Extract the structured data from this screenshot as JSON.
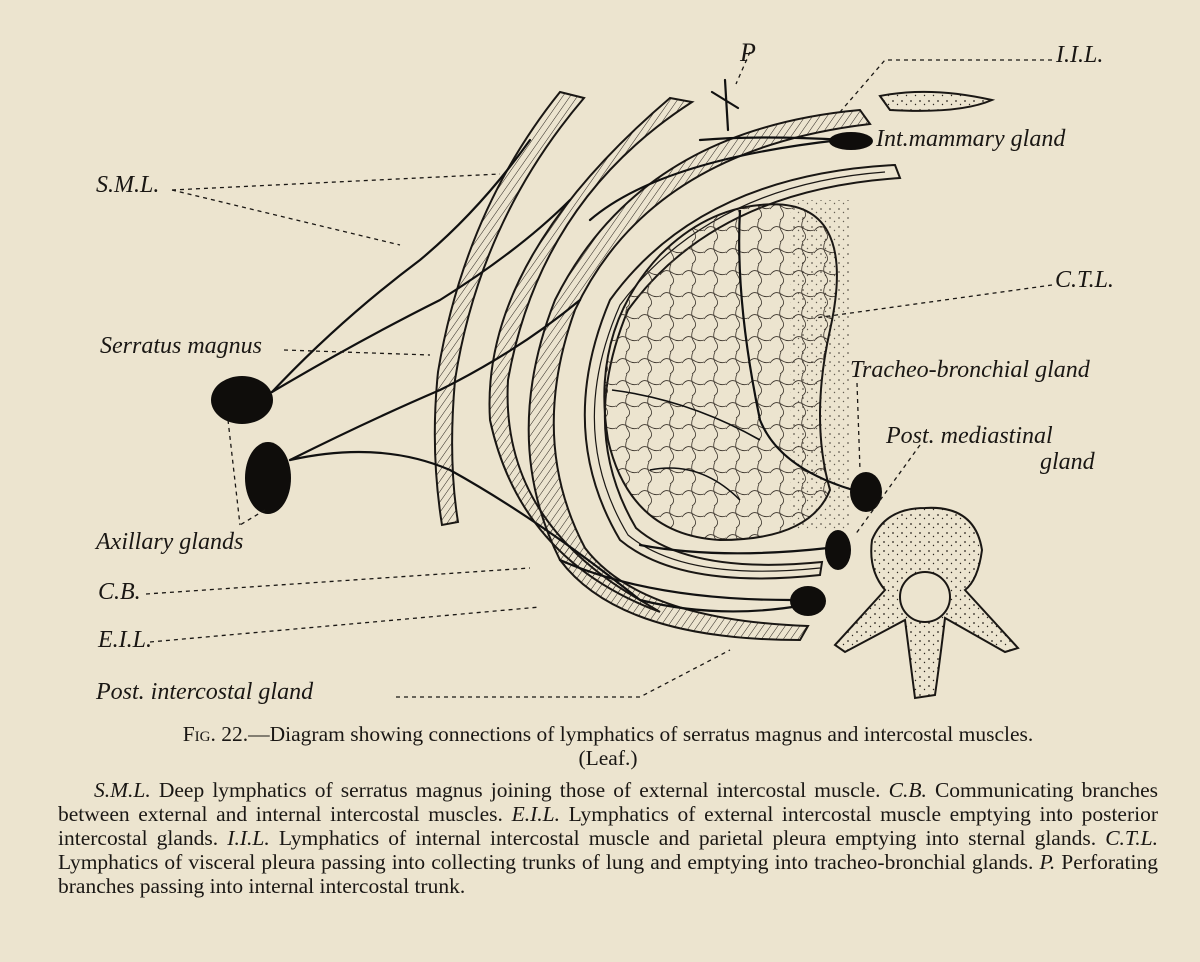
{
  "labels": {
    "p": "P",
    "iil": "I.I.L.",
    "int_mammary": "Int.mammary gland",
    "sml": "S.M.L.",
    "ctl": "C.T.L.",
    "serratus": "Serratus magnus",
    "tracheo": "Tracheo-bronchial gland",
    "post_med_1": "Post. mediastinal",
    "post_med_2": "gland",
    "axillary": "Axillary glands",
    "cb": "C.B.",
    "eil": "E.I.L.",
    "post_intercostal": "Post. intercostal gland"
  },
  "caption": {
    "fig_number": "Fig. 22.",
    "title": "—Diagram showing connections of lymphatics of serratus magnus and intercostal muscles.",
    "source": "(Leaf.)",
    "legend": [
      {
        "abbr": "S.M.L.",
        "text": " Deep lymphatics of serratus magnus joining those of external intercostal muscle. "
      },
      {
        "abbr": "C.B.",
        "text": " Communicating branches between external and internal intercostal muscles. "
      },
      {
        "abbr": "E.I.L.",
        "text": " Lymphatics of external intercostal muscle emptying into posterior intercostal glands. "
      },
      {
        "abbr": "I.I.L.",
        "text": " Lymphatics of internal intercostal muscle and parietal pleura emptying into sternal glands. "
      },
      {
        "abbr": "C.T.L.",
        "text": " Lymphatics of visceral pleura passing into collecting trunks of lung and emptying into tracheo-bronchial glands. "
      },
      {
        "abbr": "P.",
        "text": " Perforating branches passing into internal intercostal trunk."
      }
    ]
  },
  "colors": {
    "paper": "#ece4cf",
    "ink": "#1a1714"
  }
}
